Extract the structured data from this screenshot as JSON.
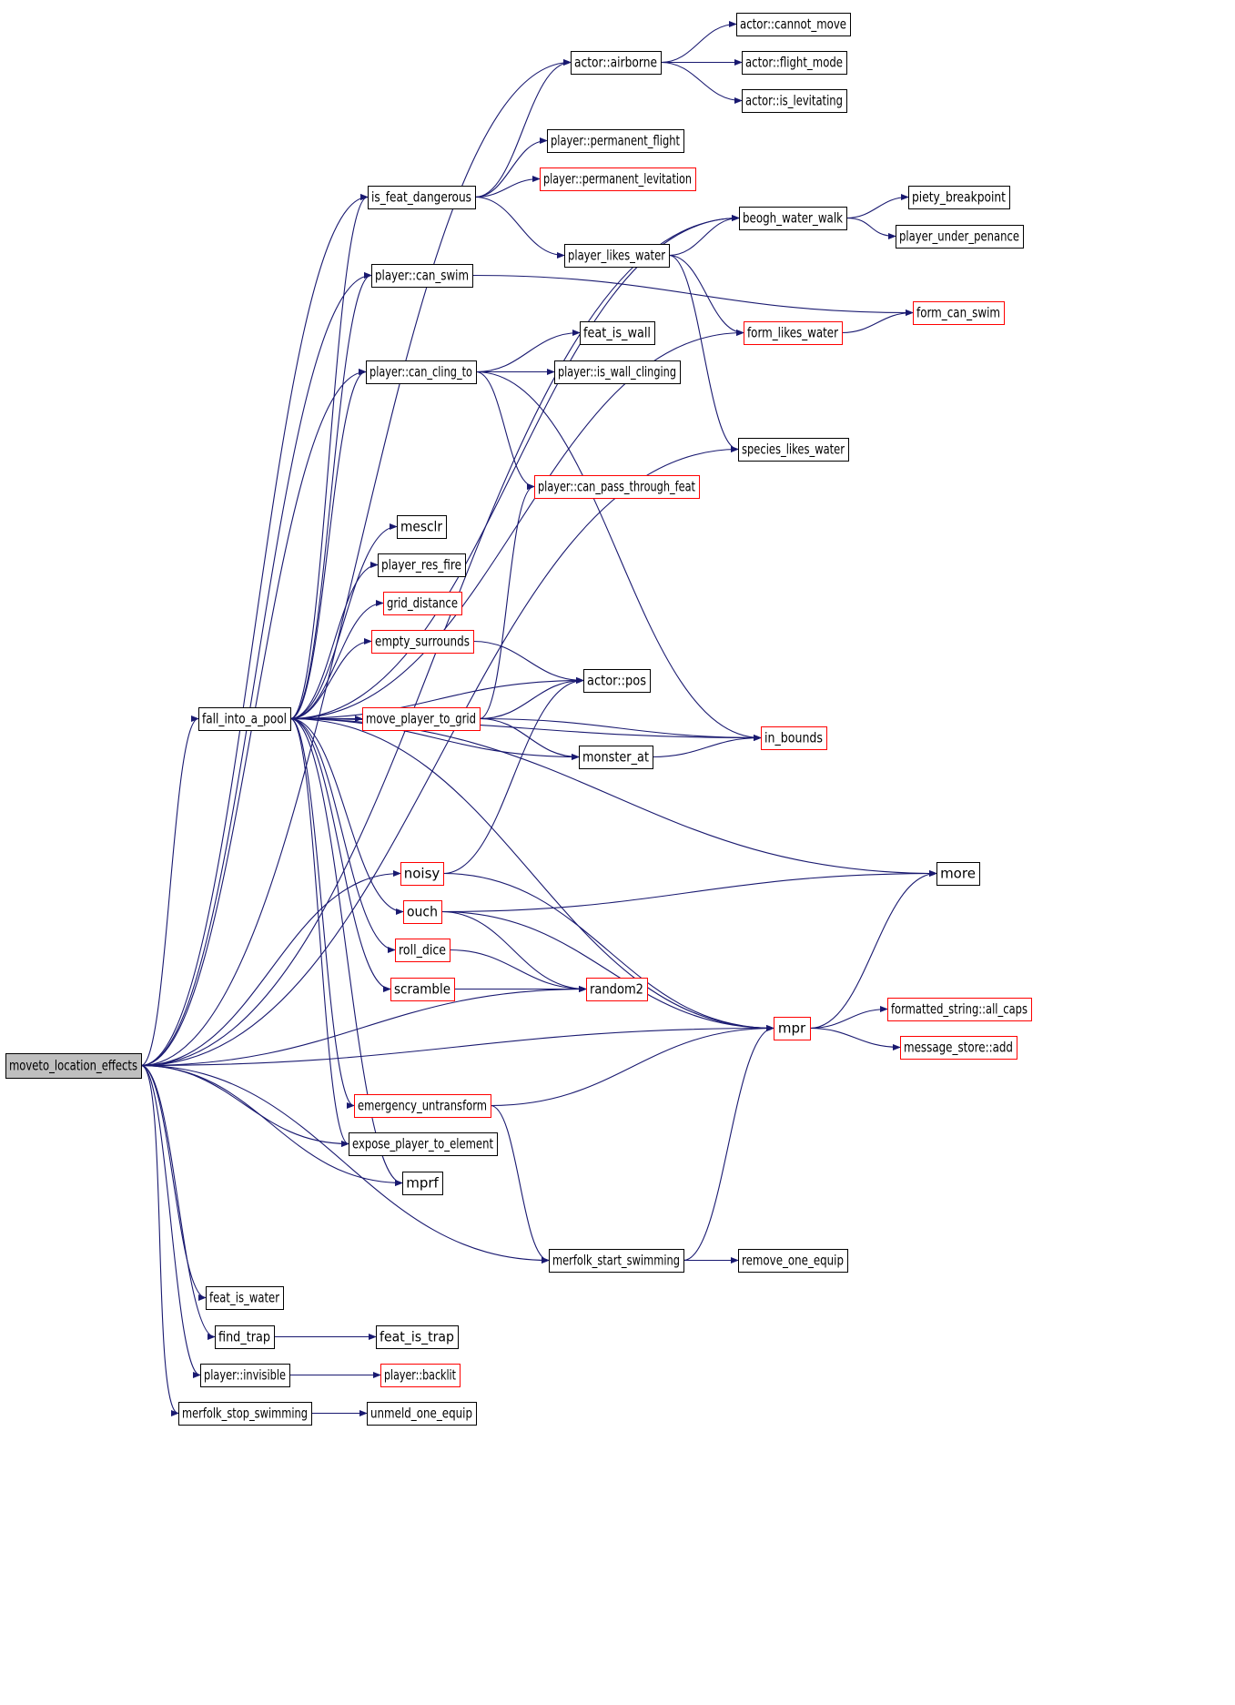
{
  "colors": {
    "edge": "#191970",
    "node_border_plain": "#000000",
    "node_border_truncated": "#ff0000",
    "root_fill": "#bfbfbf",
    "node_fill": "#ffffff"
  },
  "nodes": [
    {
      "id": "moveto_location_effects",
      "label": "moveto_location_effects",
      "style": "root"
    },
    {
      "id": "actor_airborne",
      "label": "actor::airborne",
      "style": "plain"
    },
    {
      "id": "actor_cannot_move",
      "label": "actor::cannot_move",
      "style": "plain"
    },
    {
      "id": "actor_flight_mode",
      "label": "actor::flight_mode",
      "style": "plain"
    },
    {
      "id": "actor_is_levitating",
      "label": "actor::is_levitating",
      "style": "plain"
    },
    {
      "id": "player_permanent_flight",
      "label": "player::permanent_flight",
      "style": "plain"
    },
    {
      "id": "player_permanent_levitation",
      "label": "player::permanent_levitation",
      "style": "truncated"
    },
    {
      "id": "is_feat_dangerous",
      "label": "is_feat_dangerous",
      "style": "plain"
    },
    {
      "id": "beogh_water_walk",
      "label": "beogh_water_walk",
      "style": "plain"
    },
    {
      "id": "piety_breakpoint",
      "label": "piety_breakpoint",
      "style": "plain"
    },
    {
      "id": "player_under_penance",
      "label": "player_under_penance",
      "style": "plain"
    },
    {
      "id": "player_likes_water",
      "label": "player_likes_water",
      "style": "plain"
    },
    {
      "id": "player_can_swim",
      "label": "player::can_swim",
      "style": "plain"
    },
    {
      "id": "form_can_swim",
      "label": "form_can_swim",
      "style": "truncated"
    },
    {
      "id": "form_likes_water",
      "label": "form_likes_water",
      "style": "truncated"
    },
    {
      "id": "feat_is_wall",
      "label": "feat_is_wall",
      "style": "plain"
    },
    {
      "id": "player_can_cling_to",
      "label": "player::can_cling_to",
      "style": "plain"
    },
    {
      "id": "player_is_wall_clinging",
      "label": "player::is_wall_clinging",
      "style": "plain"
    },
    {
      "id": "species_likes_water",
      "label": "species_likes_water",
      "style": "plain"
    },
    {
      "id": "player_can_pass_through_feat",
      "label": "player::can_pass_through_feat",
      "style": "truncated"
    },
    {
      "id": "mesclr",
      "label": "mesclr",
      "style": "plain"
    },
    {
      "id": "player_res_fire",
      "label": "player_res_fire",
      "style": "plain"
    },
    {
      "id": "grid_distance",
      "label": "grid_distance",
      "style": "truncated"
    },
    {
      "id": "empty_surrounds",
      "label": "empty_surrounds",
      "style": "truncated"
    },
    {
      "id": "actor_pos",
      "label": "actor::pos",
      "style": "plain"
    },
    {
      "id": "fall_into_a_pool",
      "label": "fall_into_a_pool",
      "style": "plain"
    },
    {
      "id": "move_player_to_grid",
      "label": "move_player_to_grid",
      "style": "truncated"
    },
    {
      "id": "in_bounds",
      "label": "in_bounds",
      "style": "truncated"
    },
    {
      "id": "monster_at",
      "label": "monster_at",
      "style": "plain"
    },
    {
      "id": "noisy",
      "label": "noisy",
      "style": "truncated"
    },
    {
      "id": "more",
      "label": "more",
      "style": "plain"
    },
    {
      "id": "ouch",
      "label": "ouch",
      "style": "truncated"
    },
    {
      "id": "roll_dice",
      "label": "roll_dice",
      "style": "truncated"
    },
    {
      "id": "scramble",
      "label": "scramble",
      "style": "truncated"
    },
    {
      "id": "random2",
      "label": "random2",
      "style": "truncated"
    },
    {
      "id": "mpr",
      "label": "mpr",
      "style": "truncated"
    },
    {
      "id": "formatted_string_all_caps",
      "label": "formatted_string::all_caps",
      "style": "truncated"
    },
    {
      "id": "message_store_add",
      "label": "message_store::add",
      "style": "truncated"
    },
    {
      "id": "emergency_untransform",
      "label": "emergency_untransform",
      "style": "truncated"
    },
    {
      "id": "expose_player_to_element",
      "label": "expose_player_to_element",
      "style": "plain"
    },
    {
      "id": "mprf",
      "label": "mprf",
      "style": "plain"
    },
    {
      "id": "merfolk_start_swimming",
      "label": "merfolk_start_swimming",
      "style": "plain"
    },
    {
      "id": "remove_one_equip",
      "label": "remove_one_equip",
      "style": "plain"
    },
    {
      "id": "feat_is_water",
      "label": "feat_is_water",
      "style": "plain"
    },
    {
      "id": "find_trap",
      "label": "find_trap",
      "style": "plain"
    },
    {
      "id": "feat_is_trap",
      "label": "feat_is_trap",
      "style": "plain"
    },
    {
      "id": "player_invisible",
      "label": "player::invisible",
      "style": "plain"
    },
    {
      "id": "player_backlit",
      "label": "player::backlit",
      "style": "truncated"
    },
    {
      "id": "merfolk_stop_swimming",
      "label": "merfolk_stop_swimming",
      "style": "plain"
    },
    {
      "id": "unmeld_one_equip",
      "label": "unmeld_one_equip",
      "style": "plain"
    }
  ],
  "edges": [
    [
      "moveto_location_effects",
      "actor_airborne"
    ],
    [
      "moveto_location_effects",
      "is_feat_dangerous"
    ],
    [
      "moveto_location_effects",
      "beogh_water_walk"
    ],
    [
      "moveto_location_effects",
      "player_can_swim"
    ],
    [
      "moveto_location_effects",
      "player_can_cling_to"
    ],
    [
      "moveto_location_effects",
      "species_likes_water"
    ],
    [
      "moveto_location_effects",
      "fall_into_a_pool"
    ],
    [
      "moveto_location_effects",
      "noisy"
    ],
    [
      "moveto_location_effects",
      "random2"
    ],
    [
      "moveto_location_effects",
      "mpr"
    ],
    [
      "moveto_location_effects",
      "expose_player_to_element"
    ],
    [
      "moveto_location_effects",
      "mprf"
    ],
    [
      "moveto_location_effects",
      "merfolk_start_swimming"
    ],
    [
      "moveto_location_effects",
      "feat_is_water"
    ],
    [
      "moveto_location_effects",
      "find_trap"
    ],
    [
      "moveto_location_effects",
      "player_invisible"
    ],
    [
      "moveto_location_effects",
      "merfolk_stop_swimming"
    ],
    [
      "actor_airborne",
      "actor_cannot_move"
    ],
    [
      "actor_airborne",
      "actor_flight_mode"
    ],
    [
      "actor_airborne",
      "actor_is_levitating"
    ],
    [
      "is_feat_dangerous",
      "actor_airborne"
    ],
    [
      "is_feat_dangerous",
      "player_permanent_flight"
    ],
    [
      "is_feat_dangerous",
      "player_permanent_levitation"
    ],
    [
      "is_feat_dangerous",
      "player_likes_water"
    ],
    [
      "beogh_water_walk",
      "piety_breakpoint"
    ],
    [
      "beogh_water_walk",
      "player_under_penance"
    ],
    [
      "player_likes_water",
      "beogh_water_walk"
    ],
    [
      "player_likes_water",
      "form_likes_water"
    ],
    [
      "player_likes_water",
      "species_likes_water"
    ],
    [
      "player_can_swim",
      "form_can_swim"
    ],
    [
      "form_likes_water",
      "form_can_swim"
    ],
    [
      "player_can_cling_to",
      "feat_is_wall"
    ],
    [
      "player_can_cling_to",
      "player_is_wall_clinging"
    ],
    [
      "player_can_cling_to",
      "player_can_pass_through_feat"
    ],
    [
      "player_can_cling_to",
      "in_bounds"
    ],
    [
      "fall_into_a_pool",
      "is_feat_dangerous"
    ],
    [
      "fall_into_a_pool",
      "beogh_water_walk"
    ],
    [
      "fall_into_a_pool",
      "player_can_swim"
    ],
    [
      "fall_into_a_pool",
      "player_can_cling_to"
    ],
    [
      "fall_into_a_pool",
      "form_likes_water"
    ],
    [
      "fall_into_a_pool",
      "mesclr"
    ],
    [
      "fall_into_a_pool",
      "player_res_fire"
    ],
    [
      "fall_into_a_pool",
      "grid_distance"
    ],
    [
      "fall_into_a_pool",
      "empty_surrounds"
    ],
    [
      "fall_into_a_pool",
      "actor_pos"
    ],
    [
      "fall_into_a_pool",
      "move_player_to_grid"
    ],
    [
      "fall_into_a_pool",
      "monster_at"
    ],
    [
      "fall_into_a_pool",
      "in_bounds"
    ],
    [
      "fall_into_a_pool",
      "more"
    ],
    [
      "fall_into_a_pool",
      "ouch"
    ],
    [
      "fall_into_a_pool",
      "roll_dice"
    ],
    [
      "fall_into_a_pool",
      "scramble"
    ],
    [
      "fall_into_a_pool",
      "mpr"
    ],
    [
      "fall_into_a_pool",
      "emergency_untransform"
    ],
    [
      "fall_into_a_pool",
      "expose_player_to_element"
    ],
    [
      "fall_into_a_pool",
      "mprf"
    ],
    [
      "empty_surrounds",
      "actor_pos"
    ],
    [
      "move_player_to_grid",
      "actor_pos"
    ],
    [
      "move_player_to_grid",
      "player_can_pass_through_feat"
    ],
    [
      "move_player_to_grid",
      "in_bounds"
    ],
    [
      "move_player_to_grid",
      "monster_at"
    ],
    [
      "monster_at",
      "in_bounds"
    ],
    [
      "noisy",
      "actor_pos"
    ],
    [
      "noisy",
      "mpr"
    ],
    [
      "ouch",
      "more"
    ],
    [
      "ouch",
      "random2"
    ],
    [
      "ouch",
      "mpr"
    ],
    [
      "roll_dice",
      "random2"
    ],
    [
      "scramble",
      "random2"
    ],
    [
      "mpr",
      "more"
    ],
    [
      "mpr",
      "formatted_string_all_caps"
    ],
    [
      "mpr",
      "message_store_add"
    ],
    [
      "emergency_untransform",
      "mpr"
    ],
    [
      "emergency_untransform",
      "merfolk_start_swimming"
    ],
    [
      "merfolk_start_swimming",
      "mpr"
    ],
    [
      "merfolk_start_swimming",
      "remove_one_equip"
    ],
    [
      "find_trap",
      "feat_is_trap"
    ],
    [
      "player_invisible",
      "player_backlit"
    ],
    [
      "merfolk_stop_swimming",
      "unmeld_one_equip"
    ]
  ]
}
